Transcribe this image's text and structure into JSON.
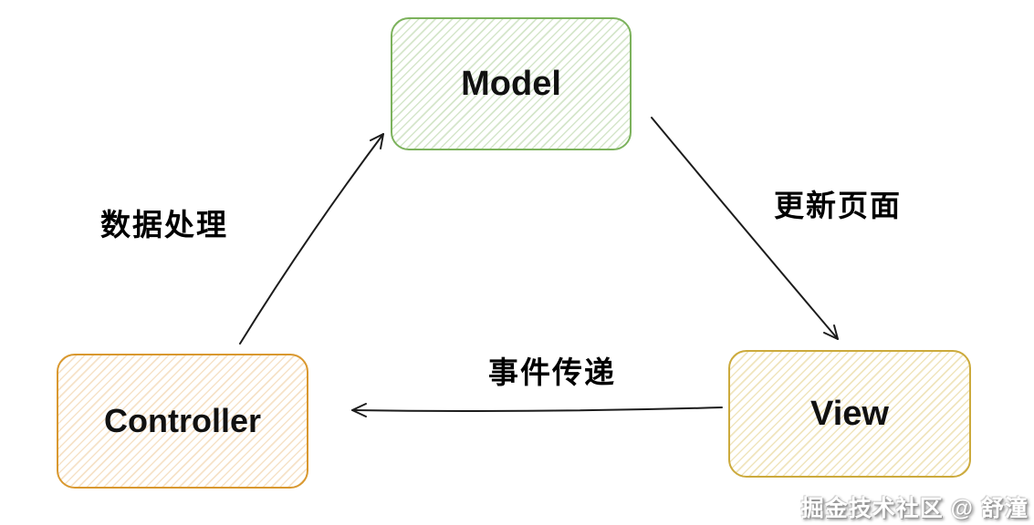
{
  "nodes": [
    {
      "id": "model",
      "label": "Model"
    },
    {
      "id": "controller",
      "label": "Controller"
    },
    {
      "id": "view",
      "label": "View"
    }
  ],
  "edges": [
    {
      "from": "controller",
      "to": "model",
      "label": "数据处理"
    },
    {
      "from": "model",
      "to": "view",
      "label": "更新页面"
    },
    {
      "from": "view",
      "to": "controller",
      "label": "事件传递"
    }
  ],
  "watermark": {
    "text": "掘金技术社区 @ 舒潼"
  },
  "colors": {
    "model_border": "#7cb25c",
    "controller_border": "#d9982f",
    "view_border": "#ccaa3c",
    "arrow": "#1c1c1c",
    "label_text": "#000000"
  }
}
